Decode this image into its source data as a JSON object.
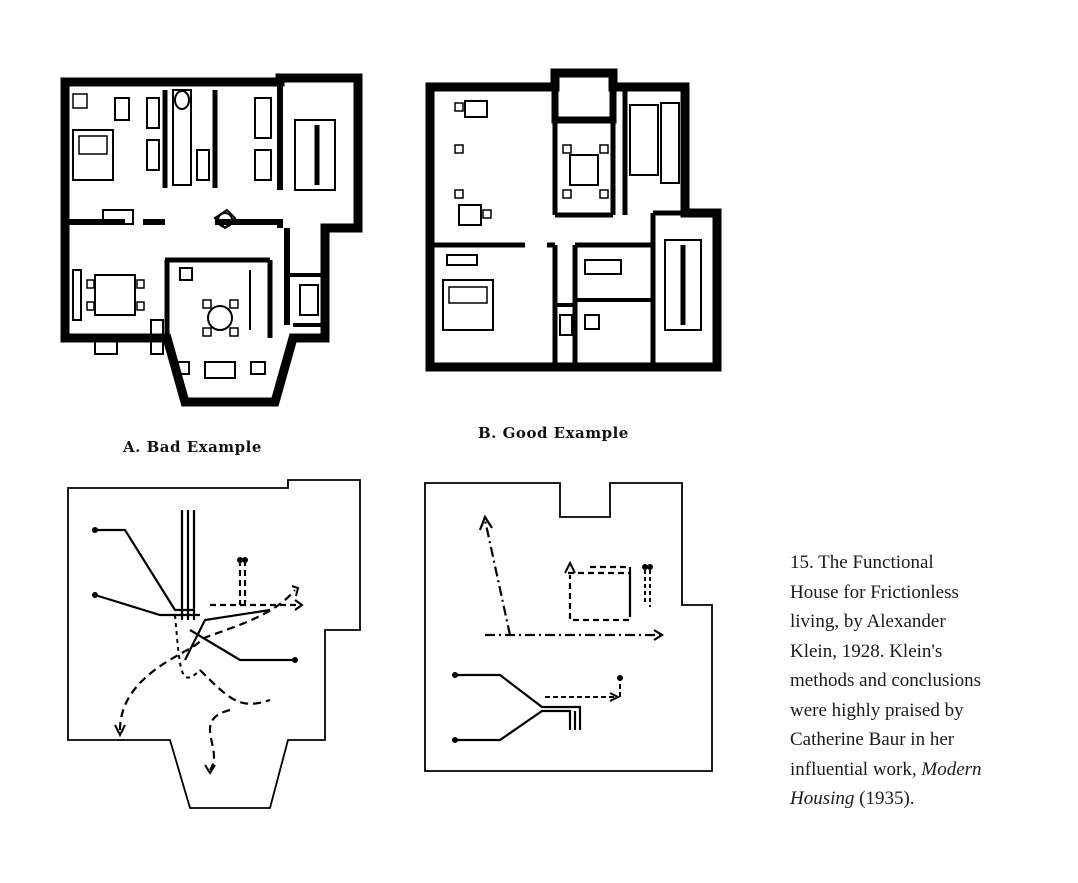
{
  "labels": {
    "plan_a": "A.   Bad Example",
    "plan_b": "B.   Good Example"
  },
  "caption": {
    "lines": [
      "15. The Functional",
      "House for Frictionless",
      "living, by Alexander",
      "Klein, 1928. Klein's",
      "methods and conclusions",
      "were highly praised by",
      "Catherine Baur in her"
    ],
    "line8_pre": "influential work, ",
    "title": "Modern",
    "title_cont": "Housing",
    "year": " (1935)."
  },
  "figures": {
    "plan_a": "floor-plan-bad-example",
    "plan_b": "floor-plan-good-example",
    "circ_a": "circulation-diagram-bad",
    "circ_b": "circulation-diagram-good"
  }
}
